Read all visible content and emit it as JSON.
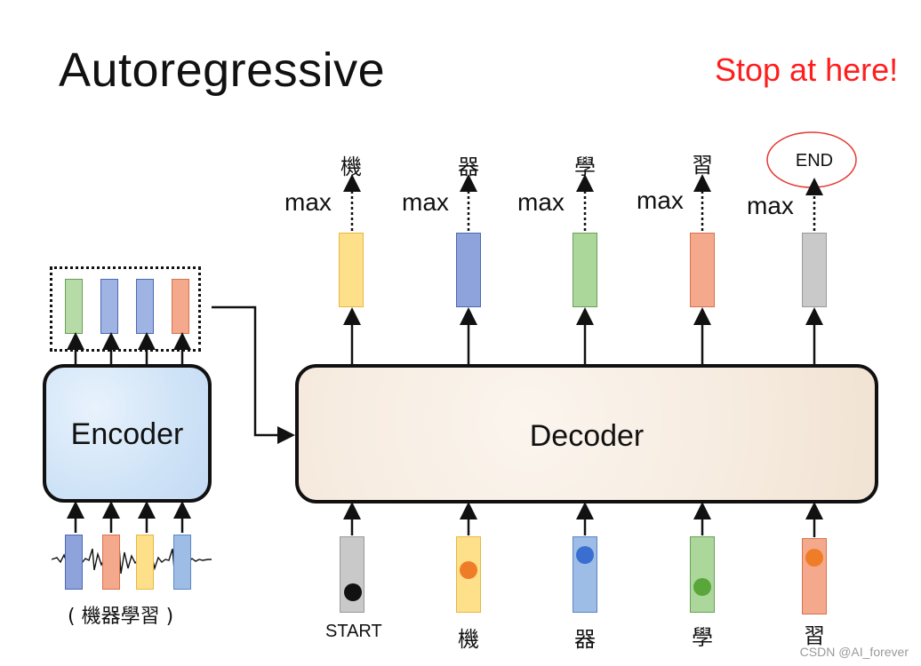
{
  "slide": {
    "title": "Autoregressive",
    "annotation": "Stop at here!",
    "annotation_color": "#ff1e1e"
  },
  "encoder": {
    "label": "Encoder",
    "input_caption": "( 機器學習 )",
    "output_vector_colors": [
      "#b7dba6",
      "#9fb4e3",
      "#9fb4e3",
      "#f5a98c"
    ],
    "input_vector_colors": [
      "#8ea2dc",
      "#f5a98c",
      "#fedf8a",
      "#9dbde6"
    ]
  },
  "decoder": {
    "label": "Decoder",
    "max_label": "max",
    "outputs": [
      "機",
      "器",
      "學",
      "習",
      "END"
    ],
    "output_vector_colors": [
      "#fedf8a",
      "#8ea2dc",
      "#acd79b",
      "#f5a98c",
      "#c9c9c9"
    ],
    "inputs": [
      "START",
      "機",
      "器",
      "學",
      "習"
    ],
    "input_vector_colors": [
      "#c9c9c9",
      "#fedf8a",
      "#9dbde6",
      "#acd79b",
      "#f5a98c"
    ],
    "input_dot_colors": [
      "#111111",
      "#ef7d28",
      "#3a6fd1",
      "#59a63a",
      "#ef7d28"
    ]
  },
  "watermark": "CSDN @AI_forever"
}
